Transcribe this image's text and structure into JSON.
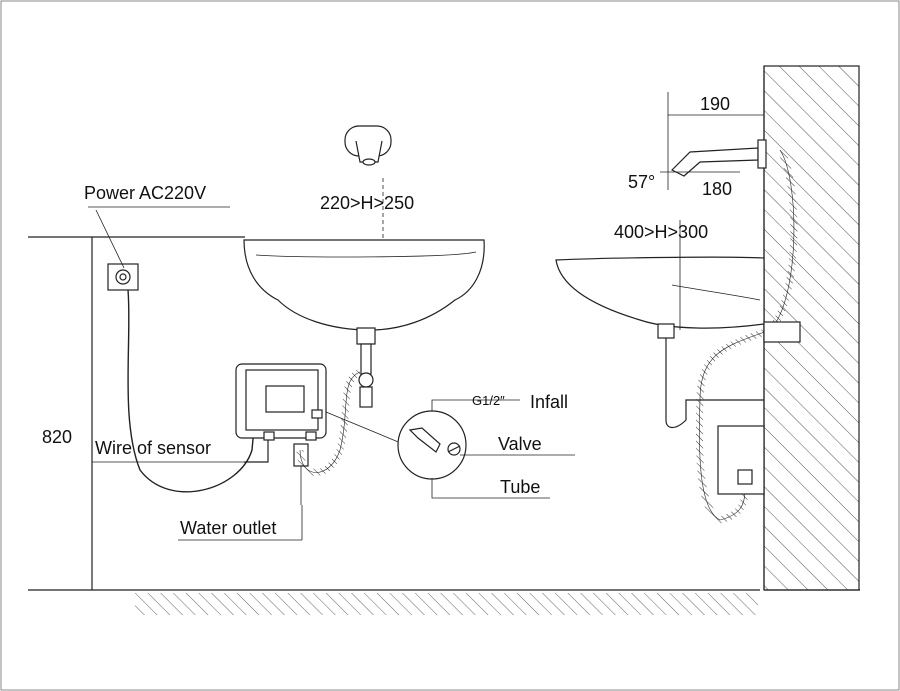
{
  "labels": {
    "faucet_height": "220>H>250",
    "power": "Power AC220V",
    "wire_sensor": "Wire of sensor",
    "water_outlet": "Water outlet",
    "height_820": "820",
    "thread": "G1/2″",
    "infall": "Infall",
    "valve": "Valve",
    "tube": "Tube",
    "dim_190": "190",
    "angle": "57°",
    "dim_180": "180",
    "basin_height": "400>H>300"
  },
  "colors": {
    "line": "#222222",
    "fill": "#ffffff",
    "hatch": "#555555",
    "box": "#f4f4f4"
  },
  "icons": [
    "wall-hatch",
    "floor-hatch",
    "faucet-icon",
    "power-socket-icon",
    "valve-icon",
    "control-box-icon"
  ]
}
